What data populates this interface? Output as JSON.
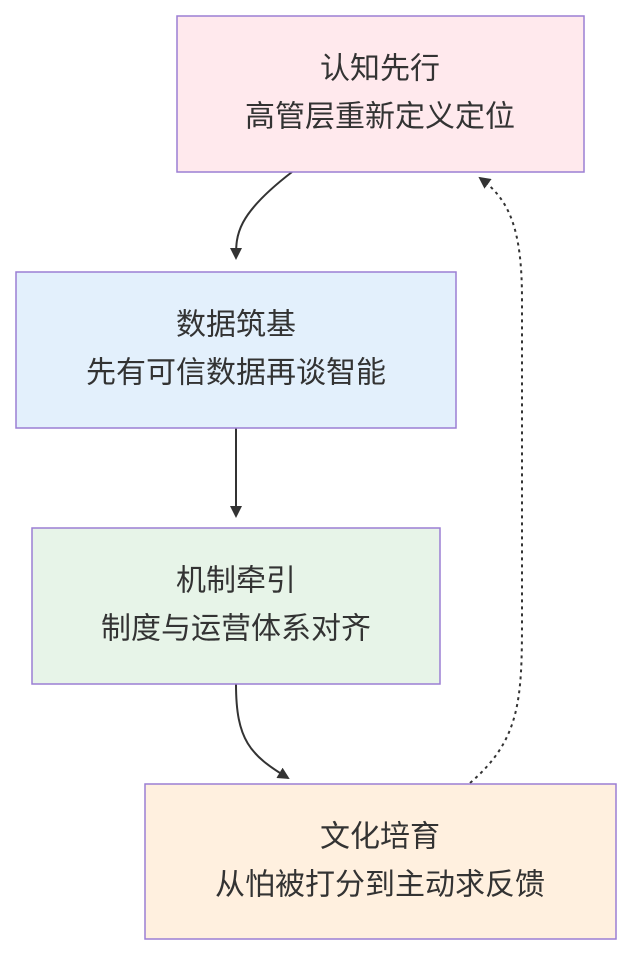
{
  "diagram": {
    "nodes": [
      {
        "id": "cognition",
        "title": "认知先行",
        "subtitle": "高管层重新定义定位",
        "fill": "#ffe9ed"
      },
      {
        "id": "data",
        "title": "数据筑基",
        "subtitle": "先有可信数据再谈智能",
        "fill": "#e3f0fc"
      },
      {
        "id": "mechanism",
        "title": "机制牵引",
        "subtitle": "制度与运营体系对齐",
        "fill": "#e7f4e8"
      },
      {
        "id": "culture",
        "title": "文化培育",
        "subtitle": "从怕被打分到主动求反馈",
        "fill": "#fff0df"
      }
    ],
    "edges": [
      {
        "from": "cognition",
        "to": "data",
        "style": "solid"
      },
      {
        "from": "data",
        "to": "mechanism",
        "style": "solid"
      },
      {
        "from": "mechanism",
        "to": "culture",
        "style": "solid"
      },
      {
        "from": "culture",
        "to": "cognition",
        "style": "dotted"
      }
    ],
    "colors": {
      "border": "#9b7fd4",
      "edge": "#333333",
      "text": "#333333"
    }
  }
}
